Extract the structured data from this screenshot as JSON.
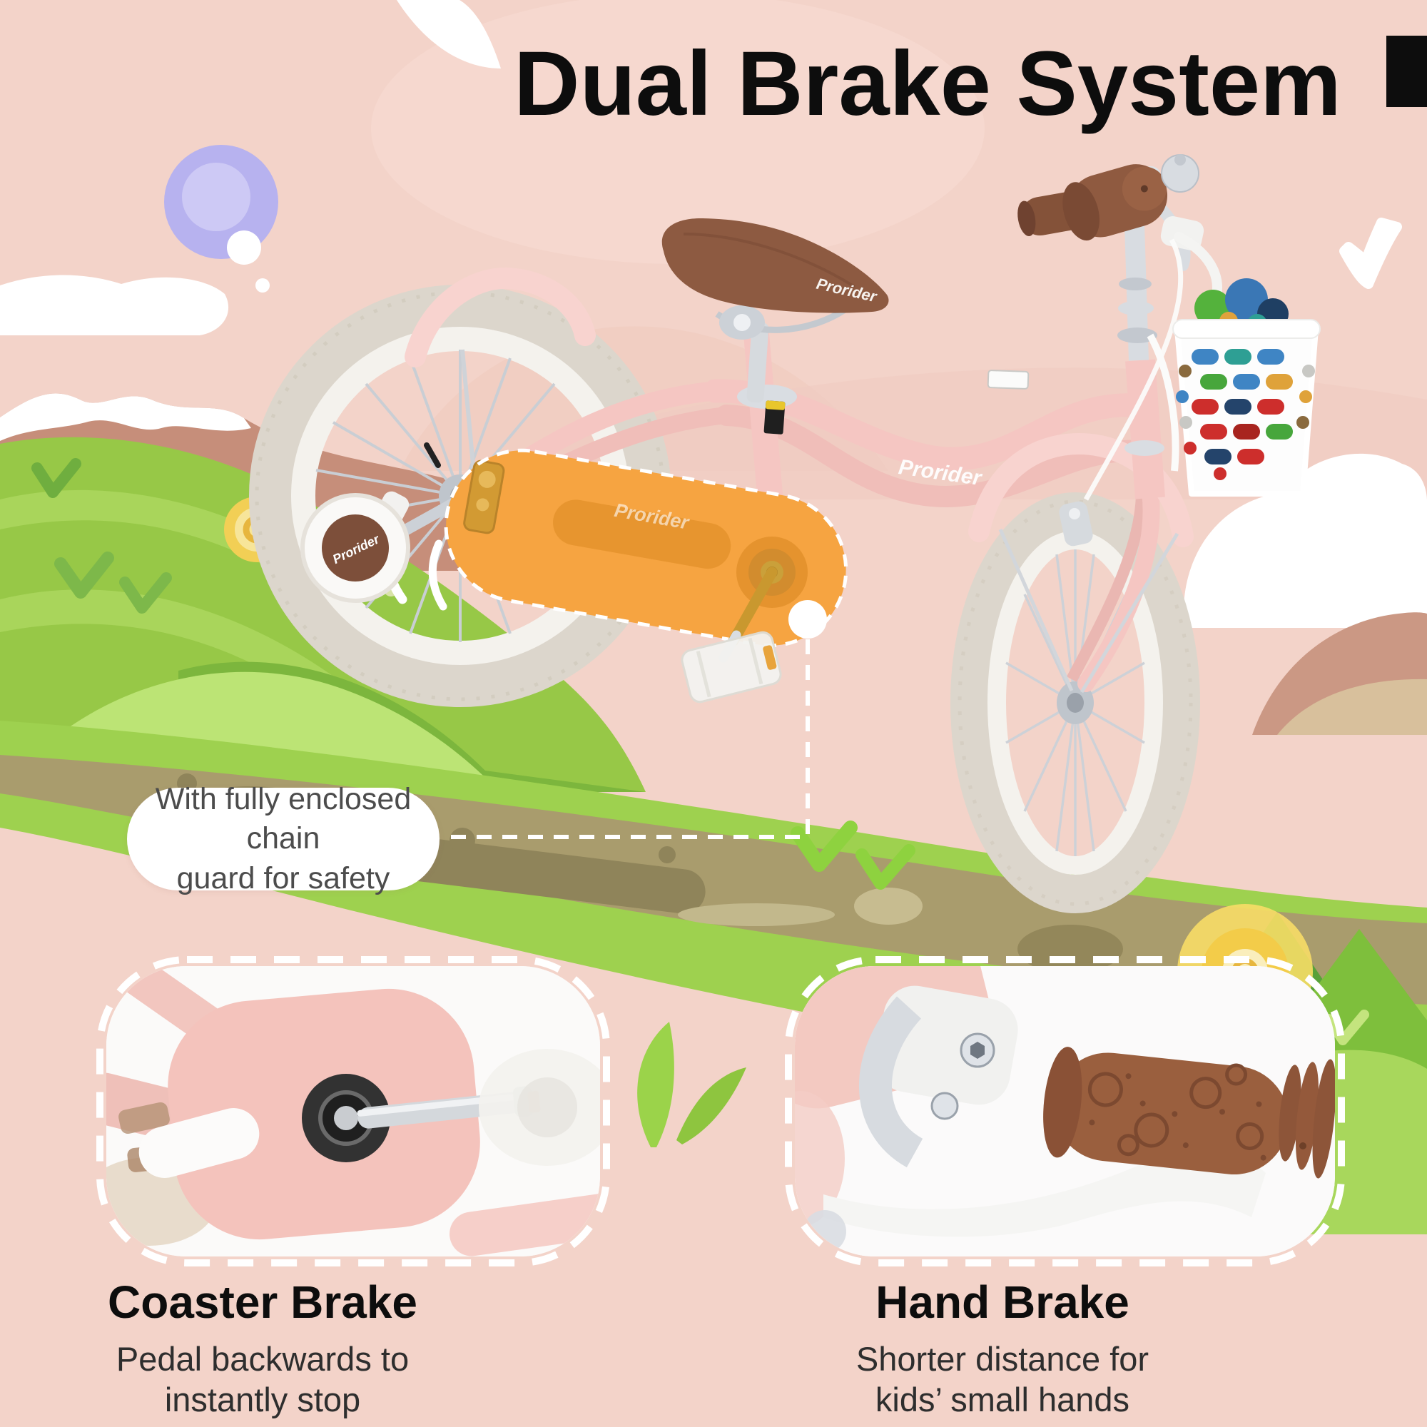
{
  "title": "Dual Brake System",
  "brand": "Prorider",
  "callout": {
    "line1": "With fully enclosed chain",
    "line2": "guard for safety"
  },
  "features": [
    {
      "heading": "Coaster Brake",
      "desc_line1": "Pedal backwards to",
      "desc_line2": "instantly stop"
    },
    {
      "heading": "Hand Brake",
      "desc_line1": "Shorter distance for",
      "desc_line2": "kids’ small hands"
    }
  ],
  "colors": {
    "background_pink": "#f3d3c9",
    "title_black": "#0d0d0d",
    "chain_guard_orange": "#f6a441",
    "frame_pink": "#f5c6c2",
    "saddle_brown": "#8d5a41",
    "grass_green": "#97c847",
    "path_olive": "#a99c6d",
    "sun_purple": "#b7b2ef",
    "callout_white": "#ffffff"
  }
}
